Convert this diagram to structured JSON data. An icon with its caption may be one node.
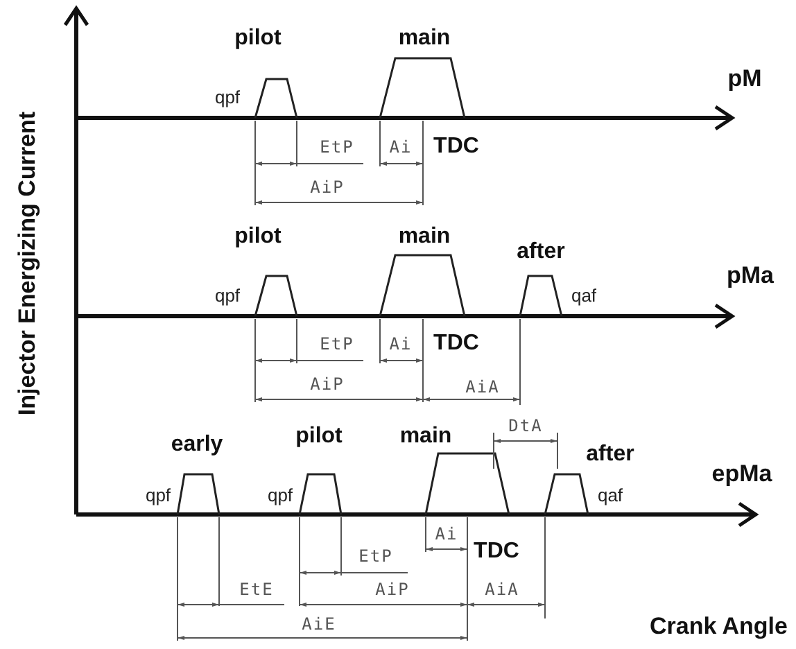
{
  "diagram": {
    "labels": [
      "Injector Energizing Current",
      "pilot",
      "main",
      "qpf",
      "pM",
      "EtP",
      "Ai",
      "TDC",
      "AiP",
      "pilot",
      "main",
      "after",
      "qpf",
      "qaf",
      "pMa",
      "EtP",
      "Ai",
      "TDC",
      "AiP",
      "AiA",
      "DtA",
      "early",
      "pilot",
      "main",
      "after",
      "qpf",
      "qpf",
      "qaf",
      "epMa",
      "EtP",
      "Ai",
      "TDC",
      "EtE",
      "AiP",
      "AiA",
      "AiE",
      "Crank Angle"
    ]
  }
}
